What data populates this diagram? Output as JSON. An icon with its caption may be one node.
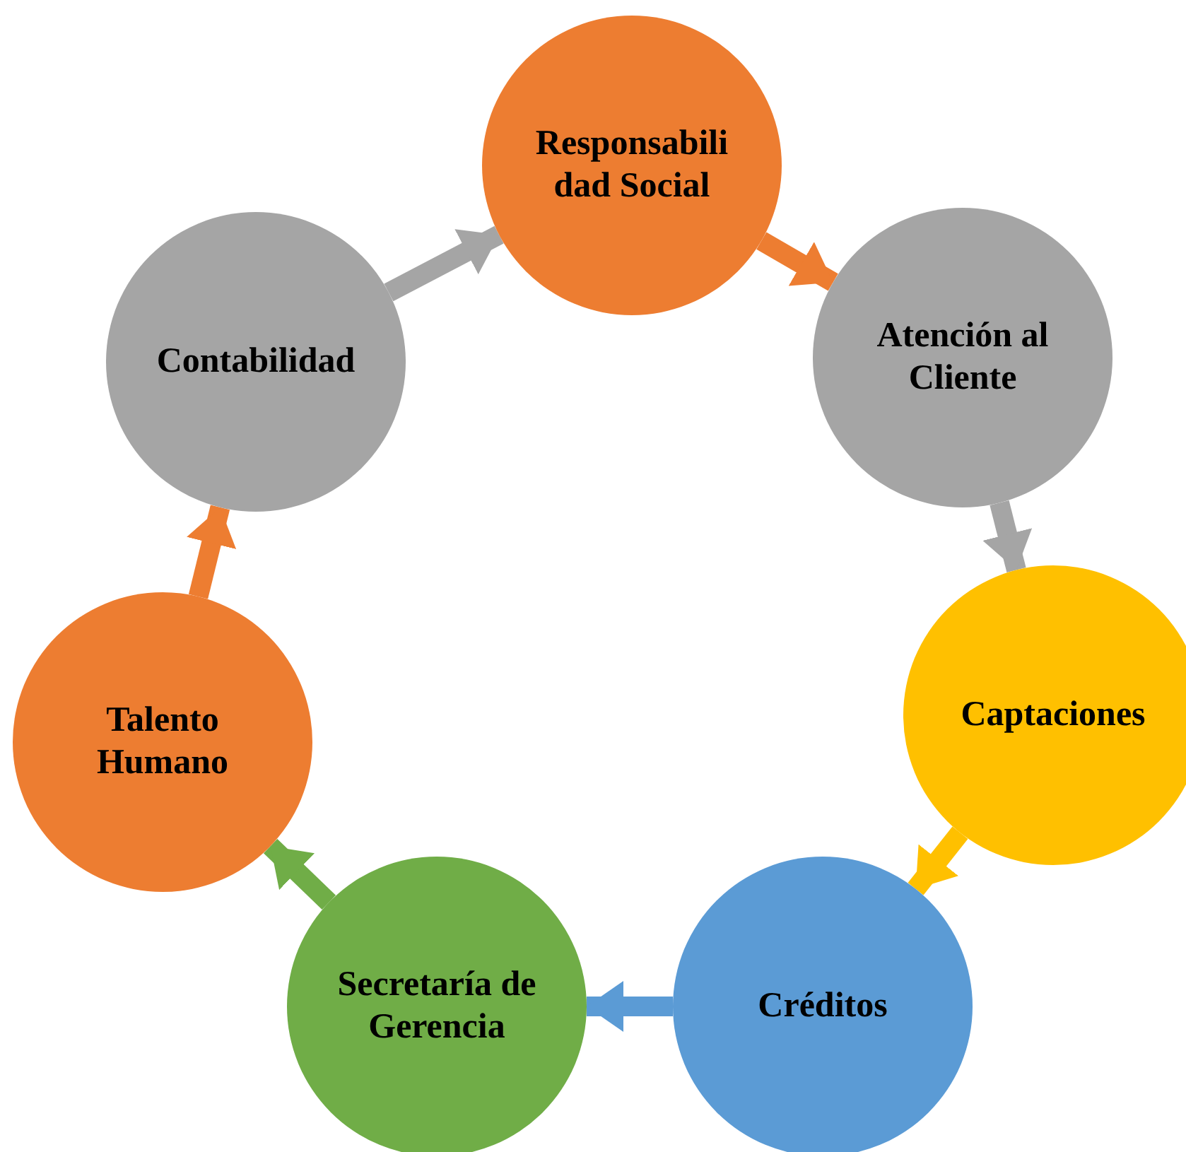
{
  "diagram": {
    "nodes": [
      {
        "text": [
          "Responsabilidad Social"
        ]
      },
      {
        "text": [
          "Atención al Cliente"
        ]
      },
      {
        "text": [
          "Captaciones"
        ]
      },
      {
        "text": [
          "Créditos"
        ]
      },
      {
        "text": [
          "Secretaría de Gerencia"
        ]
      },
      {
        "text": [
          "Talento Humano"
        ]
      },
      {
        "text": [
          "Contabilidad"
        ]
      }
    ],
    "edges": [
      {
        "from": 0,
        "to": 1,
        "arrow": "to",
        "color": "#ed7d31"
      },
      {
        "from": 1,
        "to": 2,
        "arrow": "to",
        "color": "#a5a5a5"
      },
      {
        "from": 2,
        "to": 3,
        "arrow": "to",
        "color": "#ffc000"
      },
      {
        "from": 3,
        "to": 4,
        "arrow": "to",
        "color": "#5b9bd5"
      },
      {
        "from": 4,
        "to": 5,
        "arrow": "to",
        "color": "#70ad47"
      },
      {
        "from": 5,
        "to": 6,
        "arrow": "to",
        "color": "#ed7d31"
      },
      {
        "from": 6,
        "to": 0,
        "arrow": "to",
        "color": "#a5a5a5"
      }
    ]
  }
}
